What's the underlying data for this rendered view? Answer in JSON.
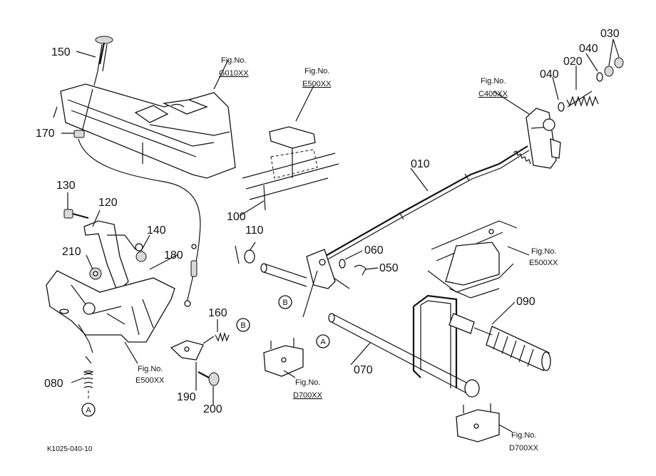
{
  "drawing_code": "K1025-040-10",
  "fig_prefix": "Fig.No.",
  "figs": {
    "g010": "G010XX",
    "e500_top": "E500XX",
    "c400": "C400XX",
    "e500_right": "E500XX",
    "e500_bottom": "E500XX",
    "d700_mid": "D700XX",
    "d700_bottom": "D700XX"
  },
  "parts": {
    "p010": "010",
    "p020": "020",
    "p030": "030",
    "p040a": "040",
    "p040b": "040",
    "p050": "050",
    "p060": "060",
    "p070": "070",
    "p080": "080",
    "p090": "090",
    "p100": "100",
    "p110": "110",
    "p120": "120",
    "p130": "130",
    "p140": "140",
    "p150": "150",
    "p160": "160",
    "p170": "170",
    "p180": "180",
    "p190": "190",
    "p200": "200",
    "p210": "210"
  },
  "markers": {
    "a_bottom_left": "A",
    "a_center": "A",
    "b_right": "B",
    "b_center": "B"
  }
}
